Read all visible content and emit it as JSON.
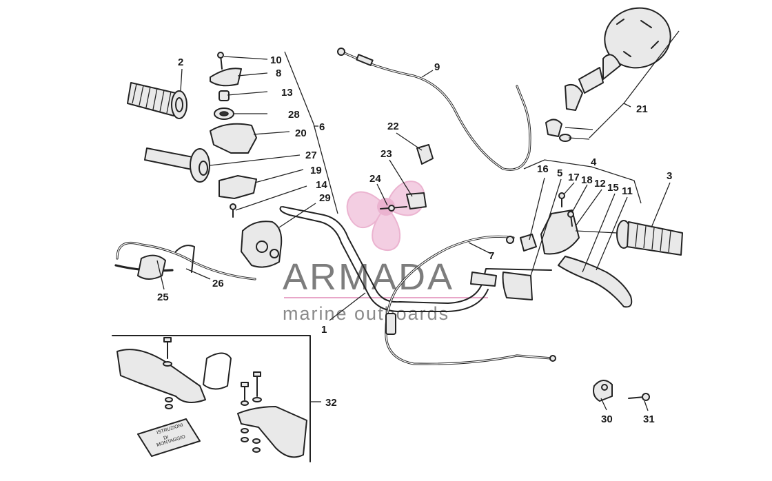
{
  "watermark": {
    "brand": "ARMADA",
    "tagline": "marine outboards",
    "logo_color": "#e8a6c8",
    "text_color": "#7d7d7d"
  },
  "booklet": {
    "lines": [
      "ISTRUZIONI",
      "DI",
      "MONTAGGIO"
    ]
  },
  "callouts": {
    "c1": "1",
    "c2": "2",
    "c3": "3",
    "c4": "4",
    "c5": "5",
    "c6": "6",
    "c7": "7",
    "c8": "8",
    "c9": "9",
    "c10": "10",
    "c11": "11",
    "c12": "12",
    "c13": "13",
    "c14": "14",
    "c15": "15",
    "c16": "16",
    "c17": "17",
    "c18": "18",
    "c19": "19",
    "c20": "20",
    "c21": "21",
    "c22": "22",
    "c23": "23",
    "c24": "24",
    "c25": "25",
    "c26": "26",
    "c27": "27",
    "c28": "28",
    "c29": "29",
    "c30": "30",
    "c31": "31",
    "c32": "32"
  }
}
